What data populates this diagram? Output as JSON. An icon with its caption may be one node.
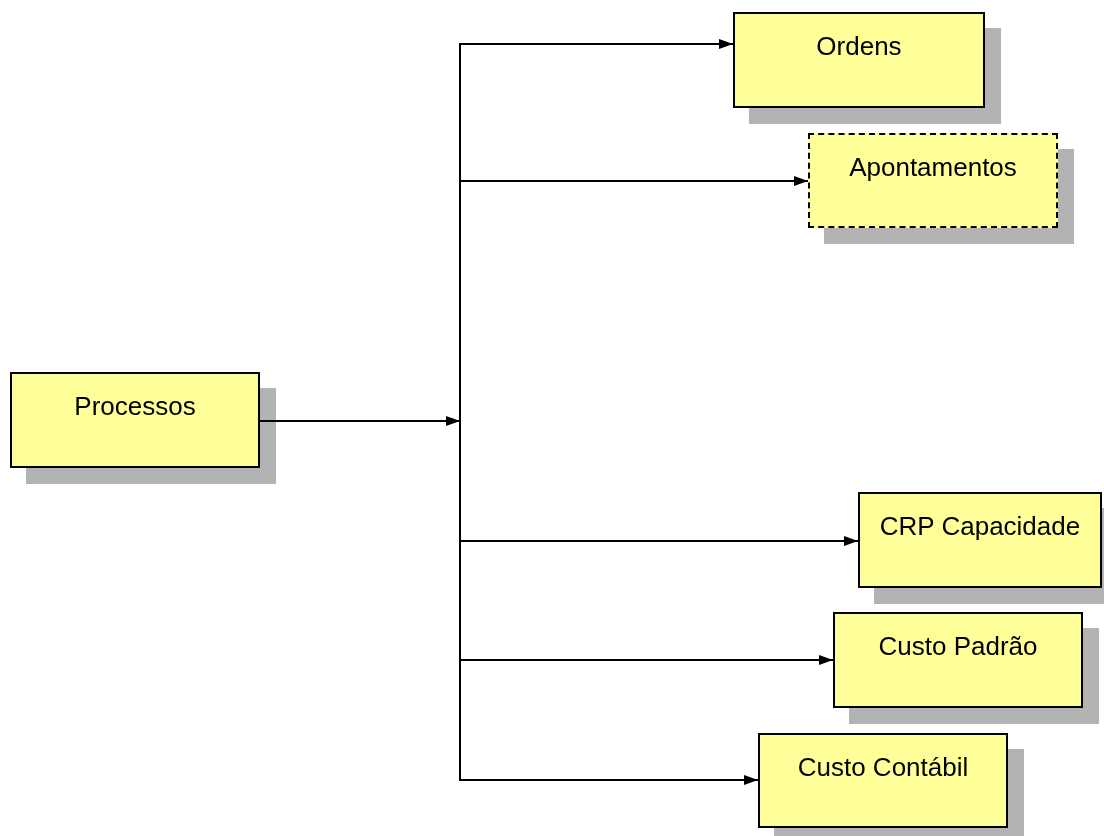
{
  "diagram": {
    "nodes": [
      {
        "text": [
          "Processos"
        ]
      },
      {
        "text": [
          "Ordens"
        ]
      },
      {
        "text": [
          "Apontamentos"
        ]
      },
      {
        "text": [
          "CRP Capacidade"
        ]
      },
      {
        "text": [
          "Custo Padrão"
        ]
      },
      {
        "text": [
          "Custo Contábil"
        ]
      }
    ],
    "edges": [
      {
        "from": 0,
        "to": 1,
        "arrow": "to"
      },
      {
        "from": 0,
        "to": 2,
        "arrow": "to"
      },
      {
        "from": 0,
        "to": 3,
        "arrow": "to"
      },
      {
        "from": 0,
        "to": 4,
        "arrow": "to"
      },
      {
        "from": 0,
        "to": 5,
        "arrow": "to"
      }
    ]
  }
}
